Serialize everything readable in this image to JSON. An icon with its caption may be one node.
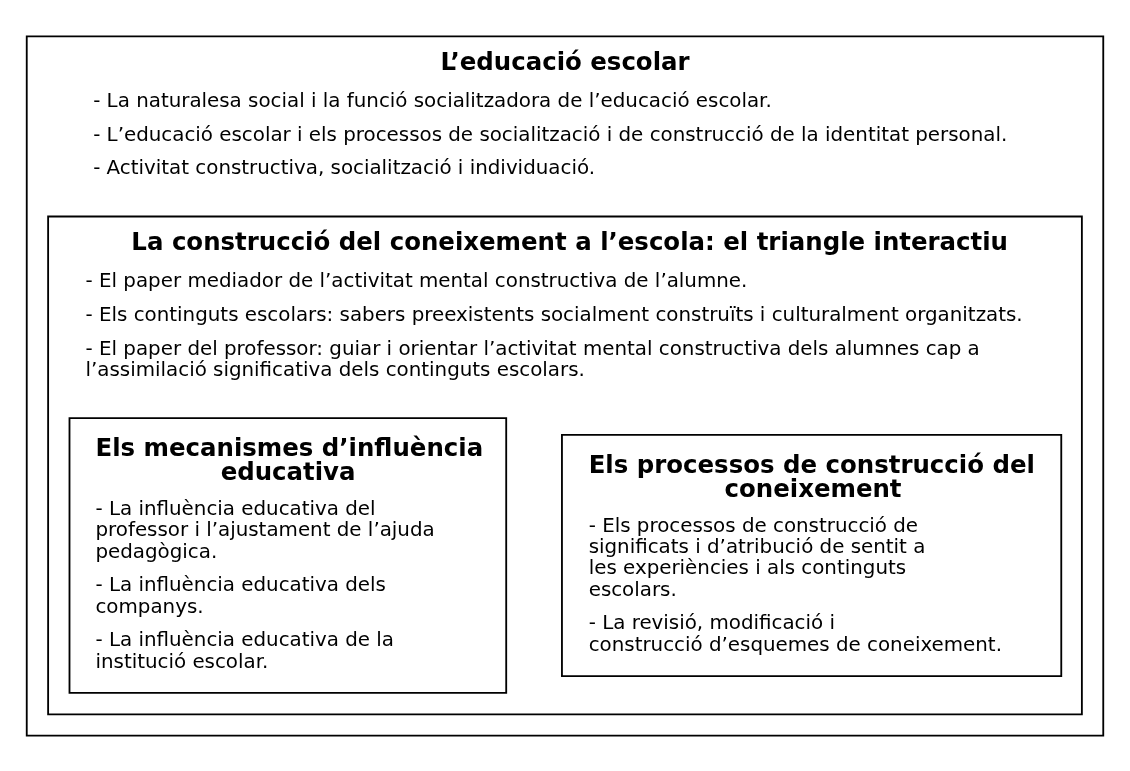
{
  "diagram": {
    "nodes": [
      {
        "text": [
          "L’educació escolar",
          "- La naturalesa social i la funció socialitzadora de l’educació escolar.",
          "- L’educació escolar i els processos de socialització i de construcció de la identitat personal.",
          "- Activitat constructiva, socialització i individuació."
        ]
      },
      {
        "text": [
          "La construcció del coneixement a l’escola: el triangle interactiu",
          "- El paper mediador de l’activitat mental constructiva de l’alumne.",
          "- Els continguts escolars: sabers preexistents socialment construïts i culturalment organitzats.",
          "- El paper del professor: guiar i orientar l’activitat mental constructiva dels alumnes cap a l’assimilació significativa dels continguts escolars."
        ],
        "in": 0
      },
      {
        "text": [
          "Els processos de construcció del coneixement",
          "- Els processos de construcció de significats i d’atribució de sentit a les experiències i als continguts escolars.",
          "- La revisió, modificació i construcció d’esquemes de coneixement."
        ],
        "in": 1
      },
      {
        "text": [
          "Els mecanismes d’influència educativa",
          "- La influència educativa del professor i l’ajustament de l’ajuda pedagògica.",
          "- La influència educativa dels companys.",
          "- La influència educativa de la institució escolar."
        ],
        "in": 1
      }
    ],
    "edges": []
  }
}
